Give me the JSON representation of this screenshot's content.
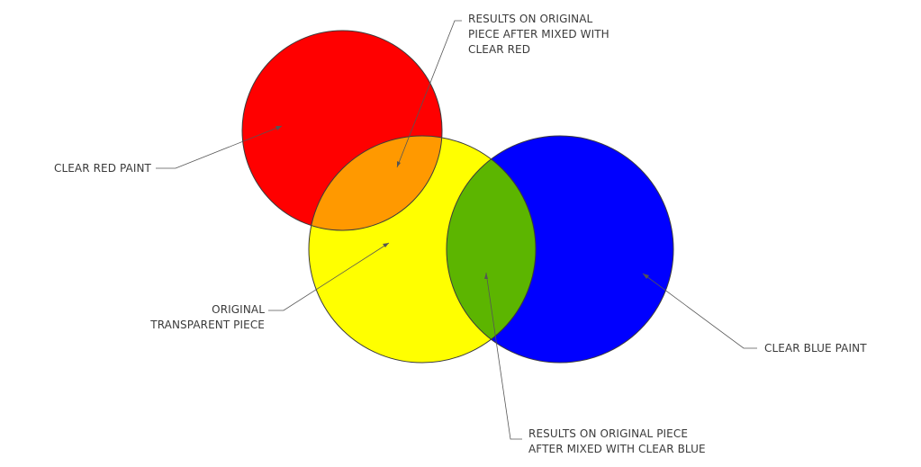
{
  "diagram": {
    "colors": {
      "red": "#ff0000",
      "yellow": "#ffff00",
      "blue": "#0000ff",
      "orange": "#ff9900",
      "green": "#5cb500",
      "outline": "#3b3b3b",
      "leader": "#555555",
      "text": "#3a3a3a"
    },
    "labels": {
      "red_paint": "CLEAR RED PAINT",
      "blue_paint": "CLEAR BLUE PAINT",
      "original_line1": "ORIGINAL",
      "original_line2": "TRANSPARENT PIECE",
      "red_result_line1": "RESULTS ON ORIGINAL",
      "red_result_line2": "PIECE AFTER MIXED WITH",
      "red_result_line3": "CLEAR RED",
      "blue_result_line1": "RESULTS ON ORIGINAL PIECE",
      "blue_result_line2": "AFTER MIXED WITH CLEAR BLUE"
    }
  }
}
